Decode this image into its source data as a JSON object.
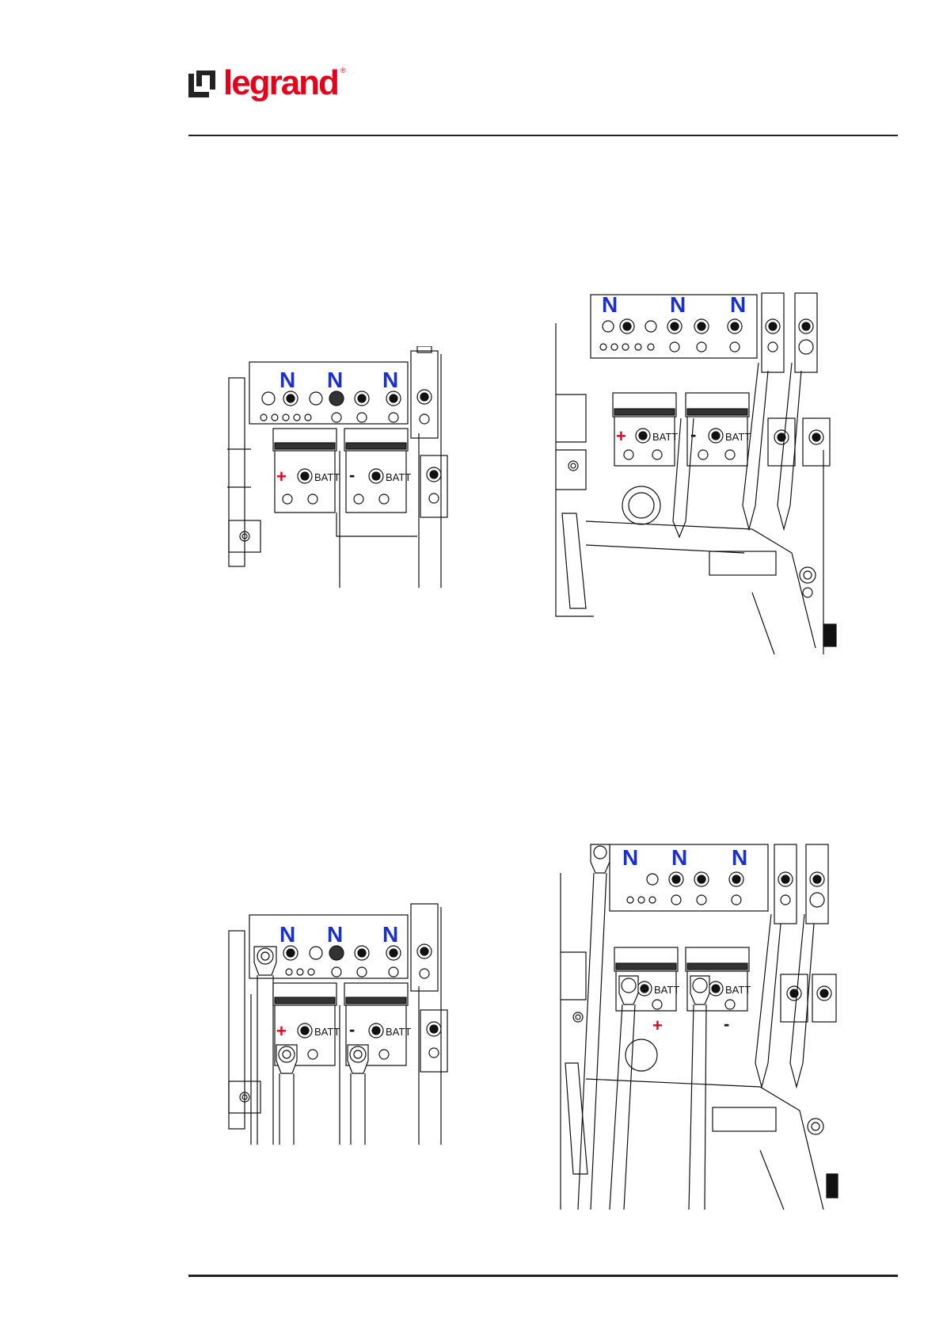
{
  "brand": {
    "name": "legrand",
    "registered": "®",
    "color": "#e2001a"
  },
  "figures": [
    {
      "id": "fig-top-left",
      "neutral_labels": [
        "N",
        "N",
        "N"
      ],
      "plus_label": "+",
      "minus_label": "-",
      "batt_label_plus": "BATT",
      "batt_label_minus": "BATT",
      "cables_connected": false
    },
    {
      "id": "fig-top-right",
      "neutral_labels": [
        "N",
        "N",
        "N"
      ],
      "plus_label": "+",
      "minus_label": "-",
      "batt_label_plus": "BATT",
      "batt_label_minus": "BATT",
      "cables_connected": false
    },
    {
      "id": "fig-bottom-left",
      "neutral_labels": [
        "N",
        "N",
        "N"
      ],
      "plus_label": "+",
      "minus_label": "-",
      "batt_label_plus": "BATT",
      "batt_label_minus": "BATT",
      "cables_connected": true
    },
    {
      "id": "fig-bottom-right",
      "neutral_labels": [
        "N",
        "N",
        "N"
      ],
      "plus_label": "+",
      "minus_label": "-",
      "batt_label_plus": "BATT",
      "batt_label_minus": "BATT",
      "cables_connected": true
    }
  ],
  "colors": {
    "neutral_label": "#1a2fd0",
    "plus_sign": "#e2001a",
    "line": "#111111"
  }
}
